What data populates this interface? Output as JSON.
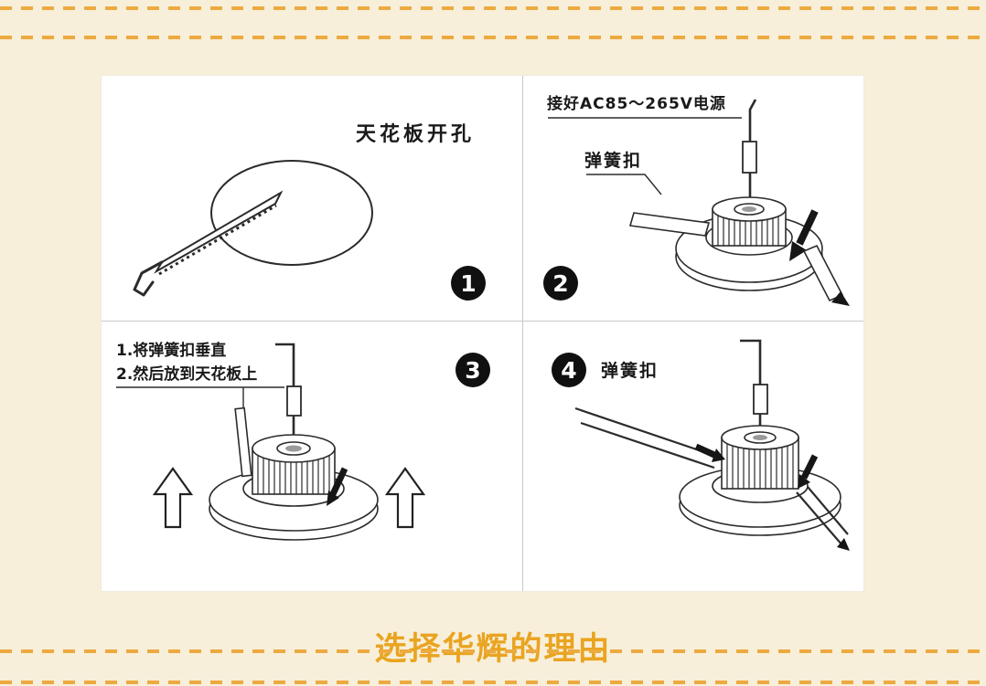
{
  "colors": {
    "page_background": "#f8efda",
    "dashed_line": "#ecaa40",
    "heading_text": "#e9a420",
    "line_art": "#2b2b2b",
    "step_badge": "#101010"
  },
  "diagram": {
    "step1": {
      "number": "1",
      "caption": "天花板开孔"
    },
    "step2": {
      "number": "2",
      "power_label": "接好AC85～265V电源",
      "clip_label": "弹簧扣"
    },
    "step3": {
      "number": "3",
      "line1": "1.将弹簧扣垂直",
      "line2": "2.然后放到天花板上"
    },
    "step4": {
      "number": "4",
      "clip_label": "弹簧扣"
    }
  },
  "section_heading": {
    "title": "选择华辉的理由"
  }
}
